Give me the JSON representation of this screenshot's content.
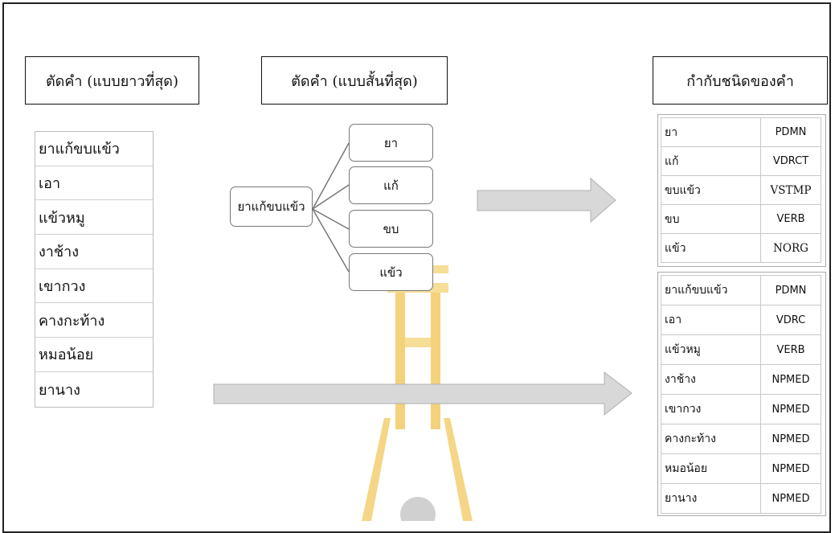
{
  "headers": {
    "longest": "ตัดคำ (แบบยาวที่สุด)",
    "shortest": "ตัดคำ (แบบสั้นที่สุด)",
    "tagging": "กำกับชนิดของคำ"
  },
  "longest_words": [
    "ยาแก้ขบแข้ว",
    "เอา",
    "แข้วหมู",
    "งาช้าง",
    "เขากวง",
    "คางกะท้าง",
    "หมอน้อย",
    "ยานาง"
  ],
  "split": {
    "source": "ยาแก้ขบแข้ว",
    "parts": [
      "ยา",
      "แก้",
      "ขบ",
      "แข้ว"
    ]
  },
  "tag_table_short": [
    {
      "word": "ยา",
      "tag": "PDMN"
    },
    {
      "word": "แก้",
      "tag": "VDRCT"
    },
    {
      "word": "ขบแข้ว",
      "tag": "VSTMP"
    },
    {
      "word": "ขบ",
      "tag": "VERB"
    },
    {
      "word": "แข้ว",
      "tag": "NORG"
    }
  ],
  "tag_table_long": [
    {
      "word": "ยาแก้ขบแข้ว",
      "tag": "PDMN"
    },
    {
      "word": "เอา",
      "tag": "VDRC"
    },
    {
      "word": "แข้วหมู",
      "tag": "VERB"
    },
    {
      "word": "งาช้าง",
      "tag": "NPMED"
    },
    {
      "word": "เขากวง",
      "tag": "NPMED"
    },
    {
      "word": "คางกะท้าง",
      "tag": "NPMED"
    },
    {
      "word": "หมอน้อย",
      "tag": "NPMED"
    },
    {
      "word": "ยานาง",
      "tag": "NPMED"
    }
  ],
  "colors": {
    "arrow_fill": "#d8d8d8",
    "arrow_stroke": "#b0b0b0",
    "watermark": "#f1c95a",
    "border": "#222222"
  }
}
